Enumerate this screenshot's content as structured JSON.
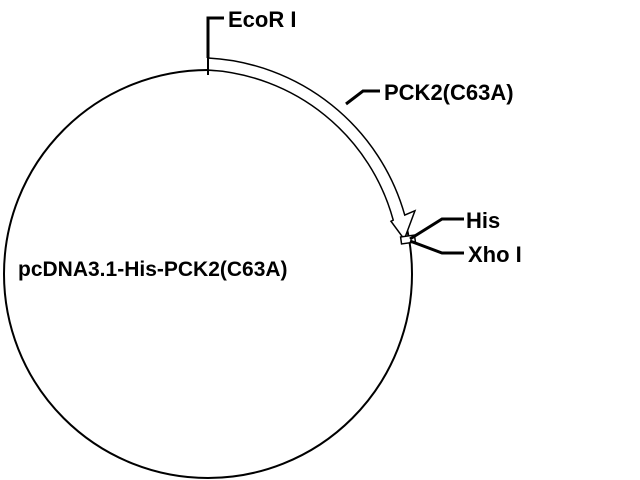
{
  "plasmid": {
    "name": "pcDNA3.1-His-PCK2(C63A)"
  },
  "features": {
    "insert": "PCK2(C63A)"
  },
  "sites": {
    "ecori": "EcoR I",
    "his": "His",
    "xhoi": "Xho I"
  },
  "colors": {
    "line": "#000000",
    "background": "#ffffff"
  }
}
